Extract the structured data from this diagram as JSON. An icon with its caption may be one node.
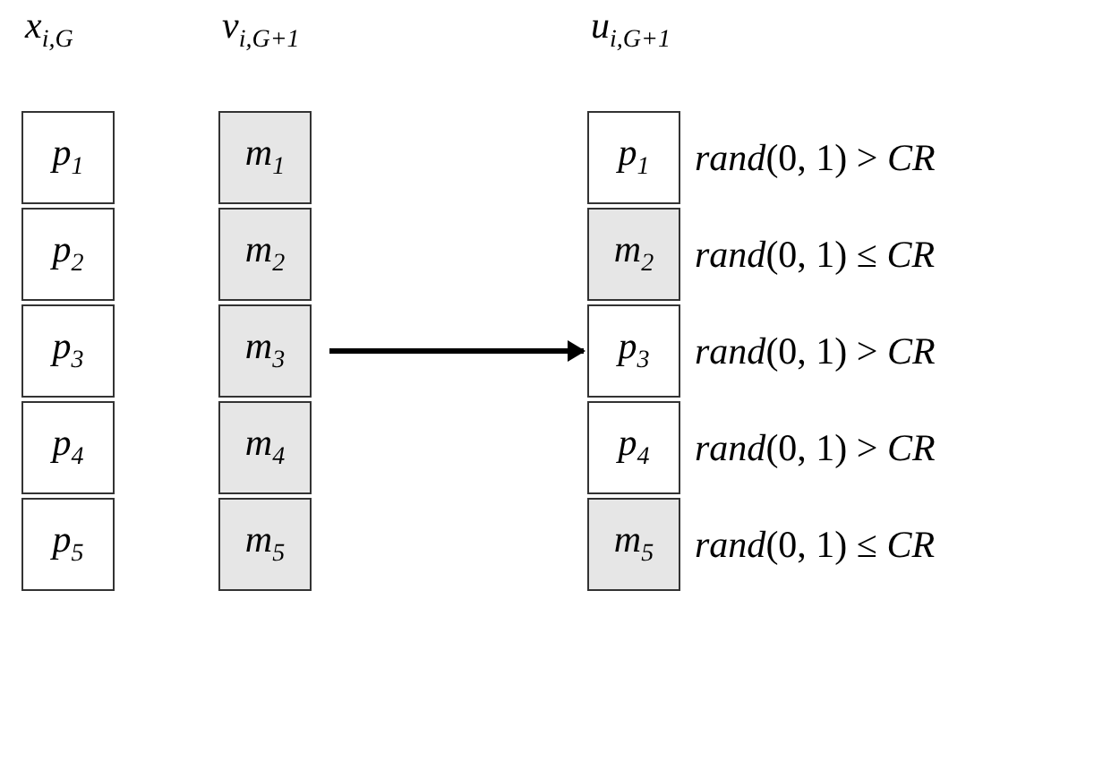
{
  "diagram": {
    "nodes": [
      {
        "text": [
          "*p*$_{1}$"
        ]
      },
      {
        "text": [
          "*p*$_{2}$"
        ]
      },
      {
        "text": [
          "*p*$_{3}$"
        ]
      },
      {
        "text": [
          "*p*$_{4}$"
        ]
      },
      {
        "text": [
          "*p*$_{5}$"
        ]
      },
      {
        "text": [
          "*m*$_{1}$"
        ]
      },
      {
        "text": [
          "*m*$_{2}$"
        ]
      },
      {
        "text": [
          "*m*$_{3}$"
        ]
      },
      {
        "text": [
          "*m*$_{4}$"
        ]
      },
      {
        "text": [
          "*m*$_{5}$"
        ]
      },
      {
        "text": [
          "*p*$_{1}$"
        ],
        "beside": [
          "*rand*(0, 1) > *CR*"
        ]
      },
      {
        "text": [
          "*m*$_{2}$"
        ],
        "beside": [
          "*rand*(0, 1) ≤ *CR*"
        ]
      },
      {
        "text": [
          "*p*$_{3}$"
        ],
        "beside": [
          "*rand*(0, 1) > *CR*"
        ]
      },
      {
        "text": [
          "*p*$_{4}$"
        ],
        "beside": [
          "*rand*(0, 1) > *CR*"
        ]
      },
      {
        "text": [
          "*m*$_{5}$"
        ],
        "beside": [
          "*rand*(0, 1) ≤ *CR*"
        ]
      }
    ],
    "edges": [
      {
        "from": 7,
        "to": 12,
        "arrow": "to"
      }
    ],
    "labels": [
      "*x*$_{i,G}$",
      "*v*$_{i,G+1}$",
      "*u*$_{i,G+1}$"
    ]
  }
}
